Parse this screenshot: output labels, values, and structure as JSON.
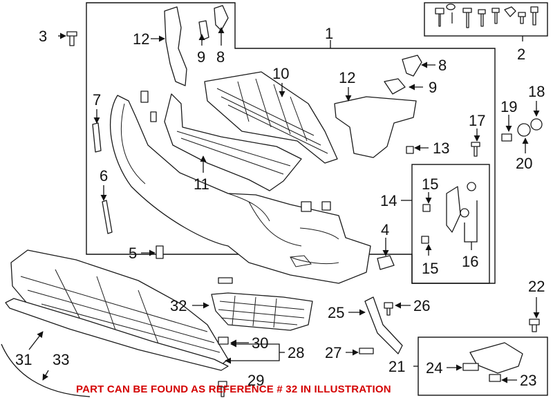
{
  "callouts": {
    "c1": "1",
    "c2": "2",
    "c3": "3",
    "c4": "4",
    "c5": "5",
    "c6": "6",
    "c7": "7",
    "c8a": "8",
    "c8b": "8",
    "c9a": "9",
    "c9b": "9",
    "c10": "10",
    "c11": "11",
    "c12a": "12",
    "c12b": "12",
    "c13": "13",
    "c14": "14",
    "c15a": "15",
    "c15b": "15",
    "c16": "16",
    "c17": "17",
    "c18": "18",
    "c19": "19",
    "c20": "20",
    "c21": "21",
    "c22": "22",
    "c23": "23",
    "c24": "24",
    "c25": "25",
    "c26": "26",
    "c27": "27",
    "c28": "28",
    "c29": "29",
    "c30": "30",
    "c31": "31",
    "c32": "32",
    "c33": "33"
  },
  "note": "PART CAN BE FOUND AS REFERENCE # 32 IN ILLUSTRATION",
  "colors": {
    "note": "#d40000",
    "line": "#1a1a1a",
    "background": "#ffffff"
  }
}
